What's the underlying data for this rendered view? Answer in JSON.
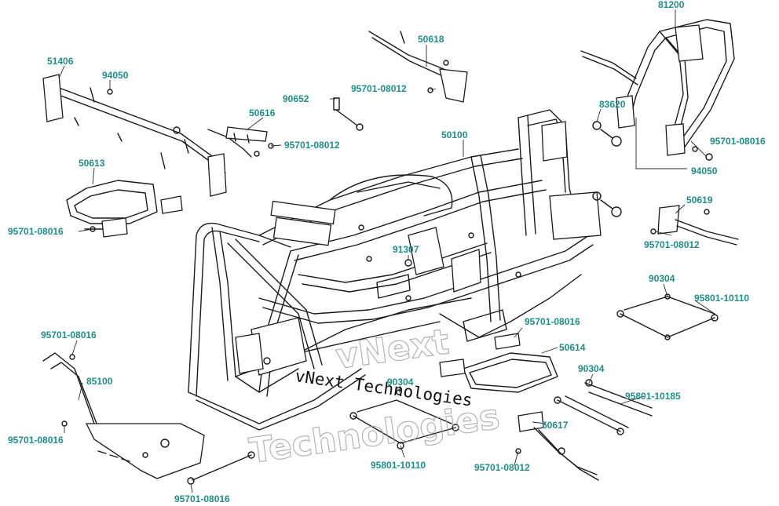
{
  "labels": [
    {
      "id": "81200",
      "text": "81200"
    },
    {
      "id": "50618",
      "text": "50618"
    },
    {
      "id": "51406",
      "text": "51406"
    },
    {
      "id": "94050a",
      "text": "94050"
    },
    {
      "id": "90652",
      "text": "90652"
    },
    {
      "id": "95701-08012a",
      "text": "95701-08012"
    },
    {
      "id": "83620",
      "text": "83620"
    },
    {
      "id": "50616",
      "text": "50616"
    },
    {
      "id": "95701-08012b",
      "text": "95701-08012"
    },
    {
      "id": "50100",
      "text": "50100"
    },
    {
      "id": "95701-08016a",
      "text": "95701-08016"
    },
    {
      "id": "50613",
      "text": "50613"
    },
    {
      "id": "94050b",
      "text": "94050"
    },
    {
      "id": "50619",
      "text": "50619"
    },
    {
      "id": "95701-08016b",
      "text": "95701-08016"
    },
    {
      "id": "91307",
      "text": "91307"
    },
    {
      "id": "95701-08012c",
      "text": "95701-08012"
    },
    {
      "id": "90304a",
      "text": "90304"
    },
    {
      "id": "95801-10110a",
      "text": "95801-10110"
    },
    {
      "id": "95701-08016c",
      "text": "95701-08016"
    },
    {
      "id": "95701-08016d",
      "text": "95701-08016"
    },
    {
      "id": "50614",
      "text": "50614"
    },
    {
      "id": "85100",
      "text": "85100"
    },
    {
      "id": "90304b",
      "text": "90304"
    },
    {
      "id": "90304c",
      "text": "90304"
    },
    {
      "id": "95801-10185",
      "text": "95801-10185"
    },
    {
      "id": "95701-08016e",
      "text": "95701-08016"
    },
    {
      "id": "50617",
      "text": "50617"
    },
    {
      "id": "95801-10110b",
      "text": "95801-10110"
    },
    {
      "id": "95701-08012d",
      "text": "95701-08012"
    },
    {
      "id": "95701-08016f",
      "text": "95701-08016"
    }
  ],
  "watermark": {
    "line1": "vNext",
    "line2": "Technologies",
    "overlay": "vNext Technologies"
  },
  "colors": {
    "label": "#1f8e86",
    "line": "#1a1a1a",
    "watermark": "#9a9a9a"
  }
}
